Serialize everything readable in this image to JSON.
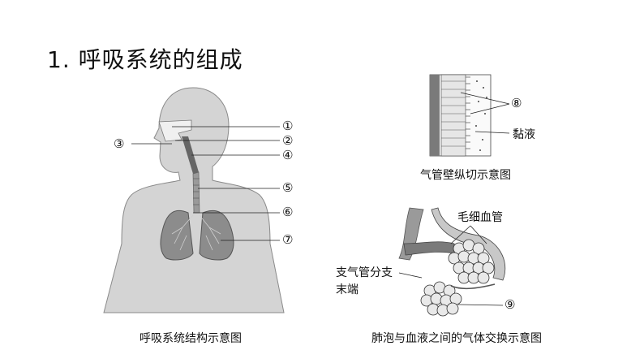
{
  "title": "1.  呼吸系统的组成",
  "captions": {
    "respiratory": "呼吸系统结构示意图",
    "trachea": "气管壁纵切示意图",
    "alveoli": "肺泡与血液之间的气体交换示意图"
  },
  "labels": {
    "mucus": "黏液",
    "capillary": "毛细血管",
    "bronchiole_line1": "支气管分支",
    "bronchiole_line2": "末端"
  },
  "markers": [
    "①",
    "②",
    "③",
    "④",
    "⑤",
    "⑥",
    "⑦",
    "⑧",
    "⑨"
  ]
}
